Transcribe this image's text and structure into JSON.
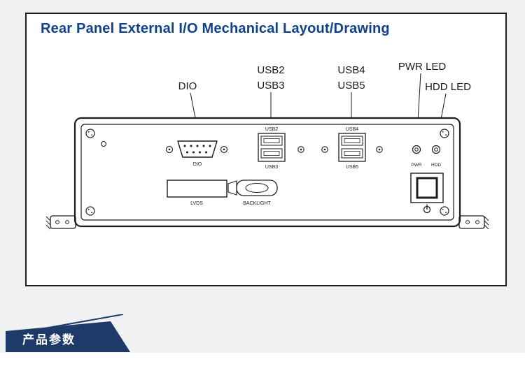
{
  "diagram": {
    "title": "Rear Panel External I/O Mechanical Layout/Drawing",
    "callouts": {
      "dio": "DIO",
      "usb2": "USB2",
      "usb3": "USB3",
      "usb4": "USB4",
      "usb5": "USB5",
      "pwr_led": "PWR LED",
      "hdd_led": "HDD LED"
    },
    "connector_labels": {
      "dio": "DIO",
      "usb2": "USB2",
      "usb3": "USB3",
      "usb4": "USB4",
      "usb5": "USB5",
      "lvds": "LVDS",
      "backlight": "BACKLIGHT",
      "pwr": "PWR",
      "hdd": "HDD"
    }
  },
  "footer": {
    "section_label": "产品参数"
  },
  "colors": {
    "title_blue": "#10418a",
    "banner_navy": "#1e3a68",
    "drawing_stroke": "#1c1c1c",
    "page_background": "#f0f1f2"
  }
}
